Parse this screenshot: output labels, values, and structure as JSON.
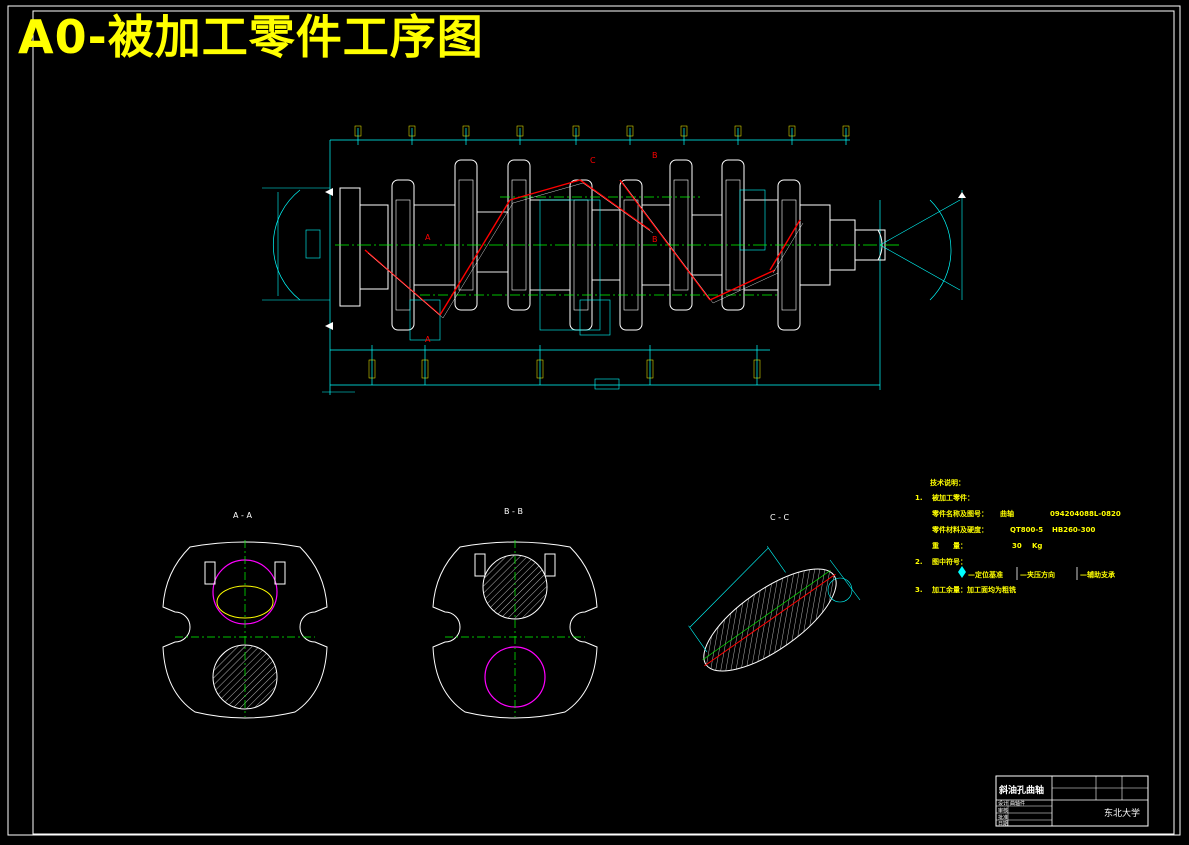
{
  "sheet": {
    "title": "A0-被加工零件工序图",
    "colors": {
      "background": "#000000",
      "frame": "#ffffff",
      "outline": "#ffffff",
      "dimension": "#00ffff",
      "centerline": "#00ff00",
      "datum": "#ff0000",
      "circle": "#ff00ff",
      "text": "#ffff00"
    }
  },
  "sections": [
    {
      "label": "A - A"
    },
    {
      "label": "B - B"
    },
    {
      "label": "C - C"
    }
  ],
  "notes": {
    "heading": "技术说明：",
    "items": [
      {
        "num": "1.",
        "text": "被加工零件："
      },
      {
        "num": "",
        "text": "零件名称及图号：",
        "value": "曲轴",
        "code": "094204088L-0820"
      },
      {
        "num": "",
        "text": "零件材料及硬度：",
        "value": "QT800-5",
        "code": "HB260-300"
      },
      {
        "num": "",
        "text": "重　　量：",
        "value": "30",
        "code": "Kg"
      },
      {
        "num": "2.",
        "text": "图中符号：",
        "symbols": [
          "—定位基准",
          "—夹压方向",
          "—辅助支承"
        ]
      },
      {
        "num": "3.",
        "text": "加工余量：加工面均为粗铣"
      }
    ]
  },
  "title_block": {
    "name": "斜油孔曲轴",
    "university": "东北大学",
    "part": "曲轴件",
    "rows": [
      "设计",
      "审核",
      "批准",
      "日期"
    ]
  }
}
